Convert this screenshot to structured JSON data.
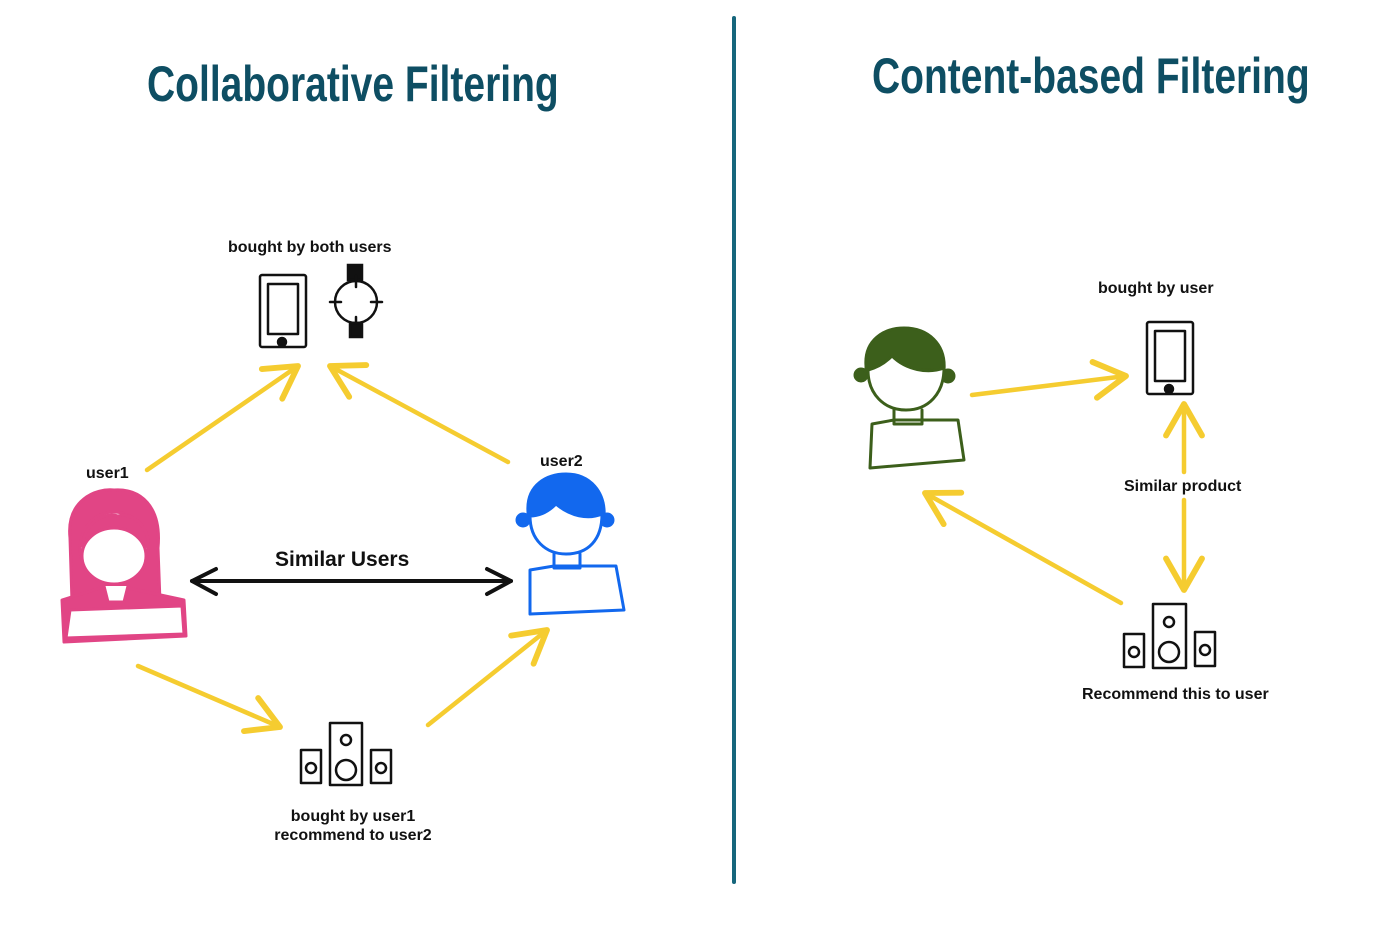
{
  "colors": {
    "title": "#0e4e63",
    "divider": "#16667c",
    "arrow_yellow": "#f5cc30",
    "user1": "#e14585",
    "user2": "#1268ee",
    "content_user": "#3c5f1b",
    "ink": "#111111"
  },
  "collaborative": {
    "title": "Collaborative Filtering",
    "label_both": "bought by both users",
    "label_user1": "user1",
    "label_user2": "user2",
    "label_similar_users": "Similar Users",
    "label_bought_user1_line1": "bought by user1",
    "label_bought_user1_line2": "recommend to user2",
    "icons": [
      "phone-icon",
      "watch-icon",
      "speaker-set-icon",
      "user1-icon",
      "user2-icon"
    ]
  },
  "content_based": {
    "title": "Content-based Filtering",
    "label_bought_by_user": "bought by user",
    "label_similar_product": "Similar product",
    "label_recommend": "Recommend this to user",
    "icons": [
      "user-icon",
      "phone-icon",
      "speaker-set-icon"
    ]
  }
}
